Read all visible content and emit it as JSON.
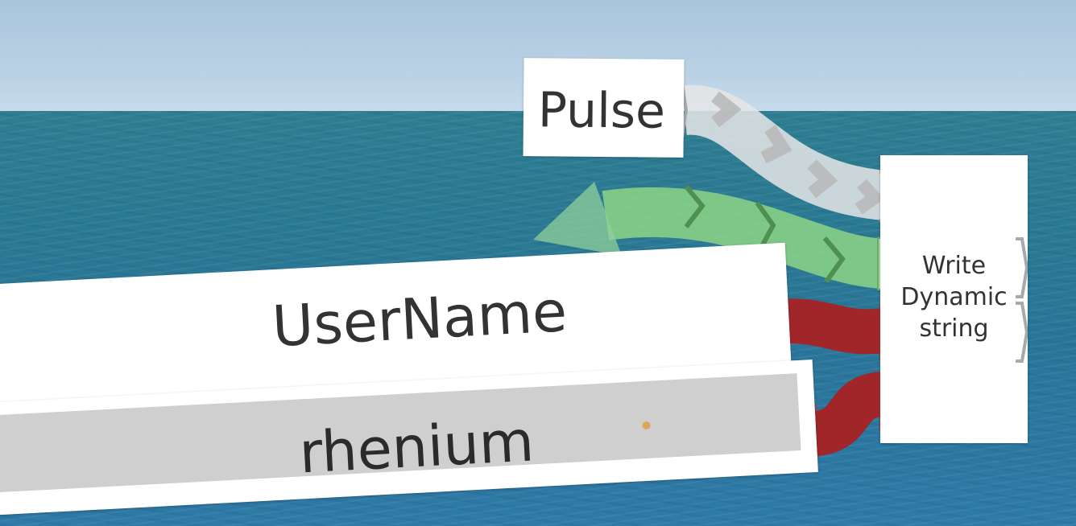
{
  "nodes": {
    "pulse": {
      "label": "Pulse"
    },
    "write": {
      "label_lines": [
        "Write",
        "Dynamic",
        "string"
      ]
    },
    "username": {
      "label": "UserName"
    },
    "value": {
      "label": "rhenium"
    }
  },
  "wires": {
    "impulse_color": "#e6e6e6",
    "impulse_chevron_color": "#b9b9b9",
    "output_color": "#86cf86",
    "output_chevron_color": "#4f8f4f",
    "string_input_color": "#a1262a"
  },
  "colors": {
    "sky": "#bcd3e6",
    "sea": "#2b7a93",
    "node_background": "#ffffff",
    "text_field": "#cfcfcf"
  }
}
